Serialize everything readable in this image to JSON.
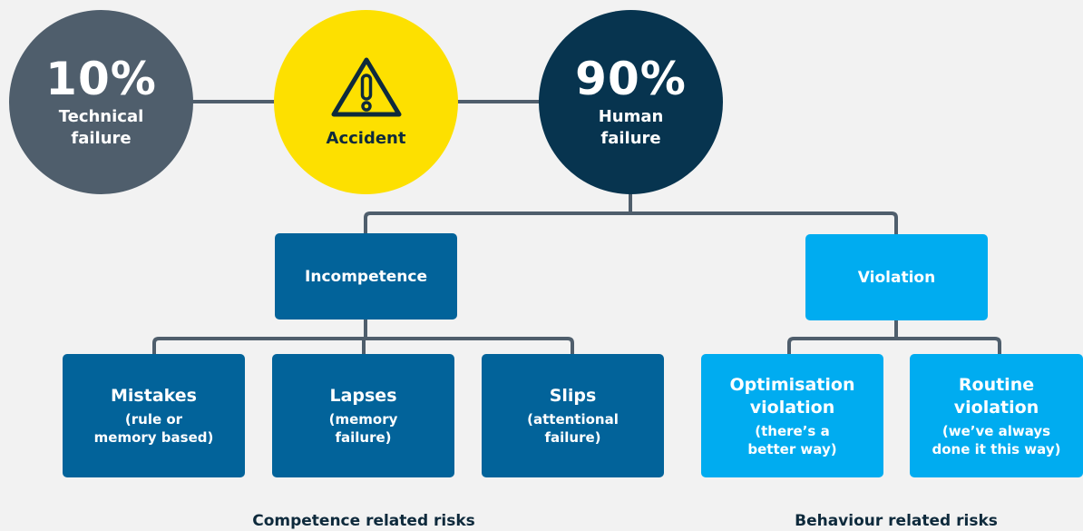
{
  "circles": {
    "technical": {
      "percent": "10%",
      "label_line1": "Technical",
      "label_line2": "failure"
    },
    "accident": {
      "label": "Accident",
      "icon": "warning-triangle-icon"
    },
    "human": {
      "percent": "90%",
      "label_line1": "Human",
      "label_line2": "failure"
    }
  },
  "categories": {
    "incompetence": "Incompetence",
    "violation": "Violation"
  },
  "subcategories": {
    "mistakes": {
      "title": "Mistakes",
      "detail_line1": "(rule or",
      "detail_line2": "memory based)"
    },
    "lapses": {
      "title": "Lapses",
      "detail_line1": "(memory",
      "detail_line2": "failure)"
    },
    "slips": {
      "title": "Slips",
      "detail_line1": "(attentional",
      "detail_line2": "failure)"
    },
    "optimisation": {
      "title_line1": "Optimisation",
      "title_line2": "violation",
      "detail_line1": "(there’s a",
      "detail_line2": "better way)"
    },
    "routine": {
      "title_line1": "Routine",
      "title_line2": "violation",
      "detail_line1": "(we’ve always",
      "detail_line2": "done it this way)"
    }
  },
  "footer": {
    "competence": "Competence related risks",
    "behaviour": "Behaviour related risks"
  },
  "colors": {
    "background": "#f2f2f2",
    "technical": "#4f5e6c",
    "accident": "#fde000",
    "human": "#07344f",
    "dark_box": "#02639a",
    "light_box": "#00acf0",
    "connector": "#4f5e6c"
  }
}
